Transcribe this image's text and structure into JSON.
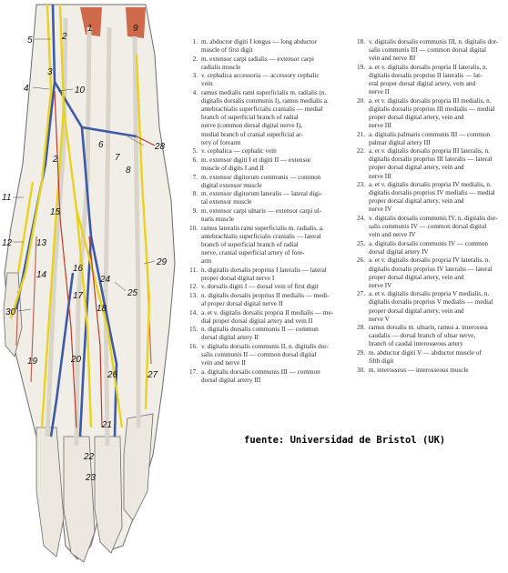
{
  "figure": {
    "labels": [
      "5",
      "2",
      "1",
      "9",
      "3",
      "4",
      "10",
      "6",
      "7",
      "8",
      "28",
      "2",
      "11",
      "15",
      "13",
      "12",
      "14",
      "16",
      "29",
      "17",
      "18",
      "24",
      "25",
      "30",
      "19",
      "20",
      "26",
      "27",
      "21",
      "22",
      "23"
    ],
    "colors": {
      "nerve": "#e8d21e",
      "vein": "#3d5aa8",
      "artery": "#c0392b",
      "muscle": "#c8522e",
      "tendon": "#e9e5de",
      "outline": "#555555"
    }
  },
  "legend_left": [
    {
      "n": "1.",
      "t": "m. abductor digiti I longus — long abductor\nmuscle of first digit"
    },
    {
      "n": "2.",
      "t": "m. extensor carpi radialis — extensor carpi\nradialis muscle"
    },
    {
      "n": "3.",
      "t": "v. cephalica accessoria — accessory cephalic\nvein"
    },
    {
      "n": "4.",
      "t": "ramus medialis rami superficialis m. radialis (n.\ndigitalis dorsalis communis I), ramus medialis a.\nantebrachialis superficialis cranialis — medial\nbranch of superficial branch of radial\nnerve (common dorsal digital nerve I),\nmedial branch of cranial superficial ar-\ntery of forearm"
    },
    {
      "n": "5.",
      "t": "v. cephalica — cephalic vein"
    },
    {
      "n": "6.",
      "t": "m. extensor digiti I et digiti II — extensor\nmuscle of digits I and II"
    },
    {
      "n": "7.",
      "t": "m. extensor digitorum communis — common\ndigital extensor muscle"
    },
    {
      "n": "8.",
      "t": "m. extensor digitorum lateralis — lateral digi-\ntal extensor muscle"
    },
    {
      "n": "9.",
      "t": "m. extensor carpi ulnaris — extensor carpi ul-\nnaris muscle"
    },
    {
      "n": "10.",
      "t": "ramus lateralis rami superficialis m. radialis, a.\nantebrachialis superficialis cranialis — lateral\nbranch of superficial branch of radial\nnerve, cranial superficial artery of fore-\narm"
    },
    {
      "n": "11.",
      "t": "n. digitalis dorsalis proprius I lateralis — lateral\nproper dorsal digital nerve I"
    },
    {
      "n": "12.",
      "t": "v. dorsalis digiti I — dorsal vein of first digit"
    },
    {
      "n": "13.",
      "t": "n. digitalis dorsalis proprius II medialis — medi-\nal proper dorsal digital nerve II"
    },
    {
      "n": "14.",
      "t": "a. et v. digitalis dorsalis propria II medialis — me-\ndial proper dorsal digital artery and vein II"
    },
    {
      "n": "15.",
      "t": "n. digitalis dorsalis communis II — common\ndorsal digital artery II"
    },
    {
      "n": "16.",
      "t": "v. digitalis dorsalis communis II, n. digitalis dor-\nsalis communis II — common dorsal digital\nvein and nerve II"
    },
    {
      "n": "17.",
      "t": "a. digitalis dorsalis communis III — common\ndorsal digital artery III"
    }
  ],
  "legend_right": [
    {
      "n": "18.",
      "t": "v. digitalis dorsalis communis III, n. digitalis dor-\nsalis communis III — common dorsal digital\nvein and nerve III"
    },
    {
      "n": "19.",
      "t": "a. et v. digitalis dorsalis propria II lateralis, n.\ndigitalis dorsalis proprius II lateralis — lat-\neral proper dorsal digital artery, vein and\nnerve II"
    },
    {
      "n": "20.",
      "t": "a. et v. digitalis dorsalis propria III medialis, n.\ndigitalis dorsalis proprius III medialis — medial\nproper dorsal digital artery, vein and\nnerve III"
    },
    {
      "n": "21.",
      "t": "a. digitalis palmaris communis III — common\npalmar digital artery III"
    },
    {
      "n": "22.",
      "t": "a. et v. digitalis dorsalis propria III lateralis, n.\ndigitalis dorsalis proprius III lateralis — lateral\nproper dorsal digital artery, vein and\nnerve III"
    },
    {
      "n": "23.",
      "t": "a. et v. digitalis dorsalis propria IV medialis, n.\ndigitalis dorsalis proprius IV medialis — medial\nproper dorsal digital artery, vein and\nnerve IV"
    },
    {
      "n": "24.",
      "t": "v. digitalis dorsalis communis IV, n. digitalis dor-\nsalis communis IV — common dorsal digital\nvein and nerve IV"
    },
    {
      "n": "25.",
      "t": "a. digitalis dorsalis communis IV — common\ndorsal digital artery IV"
    },
    {
      "n": "26.",
      "t": "a. et v. digitalis dorsalis propria IV lateralis, n.\ndigitalis dorsalis proprius IV lateralis — lateral\nproper dorsal digital artery, vein and\nnerve IV"
    },
    {
      "n": "27.",
      "t": "a. et v. digitalis dorsalis propria V medialis, n.\ndigitalis dorsalis proprius V medialis — medial\nproper dorsal digital artery, vein and\nnerve V"
    },
    {
      "n": "28.",
      "t": "ramus dorsalis m. ulnaris, ramus a. interossea\ncaudalis — dorsal branch of ulnar nerve,\nbranch of caudal interosseous artery"
    },
    {
      "n": "29.",
      "t": "m. abductor digiti V — abductor muscle of\nfifth digit"
    },
    {
      "n": "30.",
      "t": "m. interosseus — interosseous muscle"
    }
  ],
  "source": "fuente: Universidad de Bristol (UK)"
}
